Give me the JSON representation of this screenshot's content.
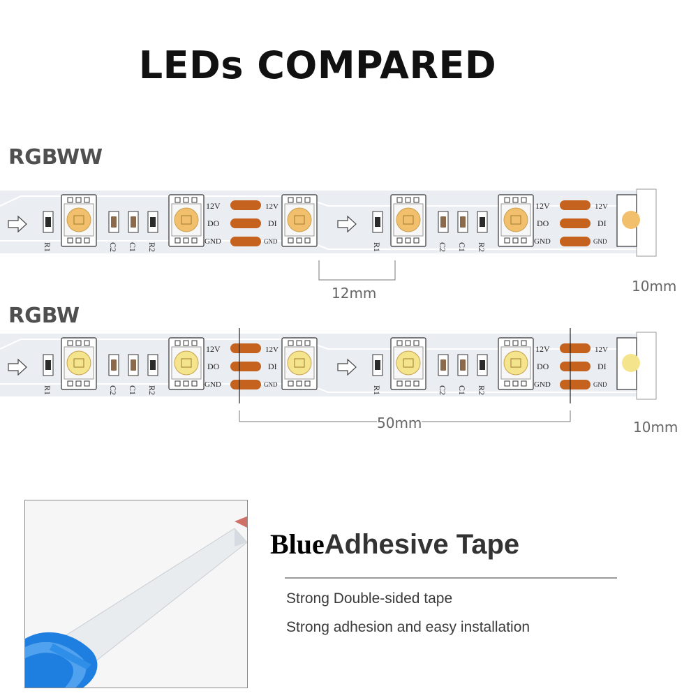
{
  "title": "LEDs COMPARED",
  "strips": [
    {
      "label": "RGBWW",
      "led_phosphor": "#f2c06c",
      "dimension_spacing": "12mm",
      "dimension_width": "10mm"
    },
    {
      "label": "RGBW",
      "led_phosphor": "#f4e48c",
      "dimension_spacing": "50mm",
      "dimension_width": "10mm"
    }
  ],
  "strip_marks": {
    "resistor_1": "R1",
    "resistor_2": "R2",
    "capacitor_1": "C1",
    "capacitor_2": "C2",
    "pad_12v": "12V",
    "pad_do": "DO",
    "pad_gnd": "GND",
    "pad_di": "DI"
  },
  "tape": {
    "heading_part1": "Blue",
    "heading_part2": "Adhesive Tape",
    "features": [
      "Strong Double-sided tape",
      "Strong adhesion and easy installation"
    ]
  },
  "colors": {
    "pcb": "#eaedf2",
    "solder_pad": "#c4621e",
    "tape_blue": "#1f7fe0"
  }
}
